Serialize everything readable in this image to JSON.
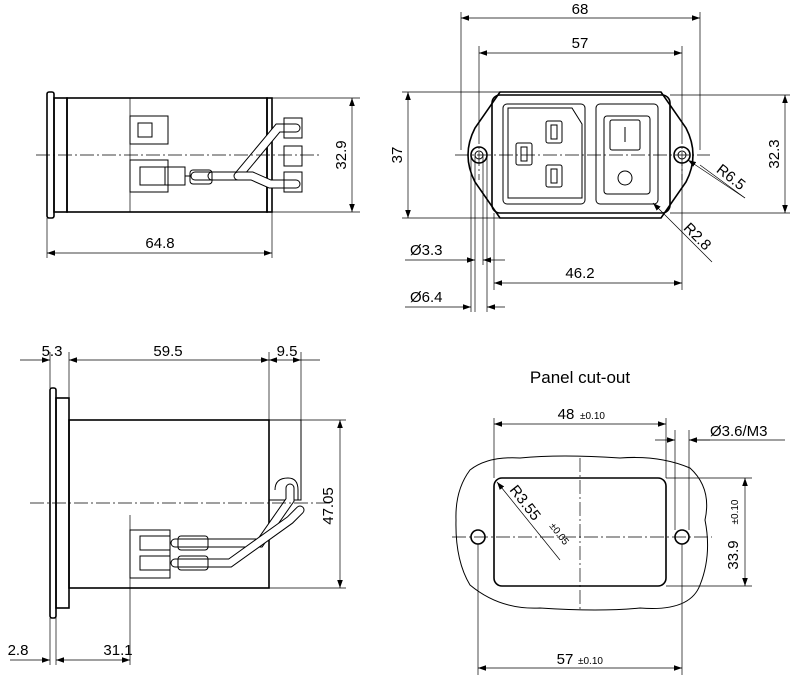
{
  "views": {
    "side_top": {
      "length": "64.8",
      "height": "32.9"
    },
    "front": {
      "width_overall": "68",
      "width_body": "57",
      "height_overall": "37",
      "height_body": "32.3",
      "radius_outer": "R6.5",
      "radius_inner": "R2.8",
      "hole_small": "Ø3.3",
      "hole_large": "Ø6.4",
      "hole_pitch": "46.2"
    },
    "side_bottom": {
      "flange": "5.3",
      "body": "59.5",
      "terminal": "9.5",
      "height": "47.05",
      "plate": "2.8",
      "depth": "31.1"
    },
    "cutout": {
      "title": "Panel cut-out",
      "width_main": "48",
      "width_main_tol": "±0.10",
      "hole": "Ø3.6/M3",
      "corner": "R3.55",
      "corner_tol": "±0.05",
      "height_main": "33.9",
      "height_main_tol": "±0.10",
      "pitch": "57",
      "pitch_tol": "±0.10"
    }
  }
}
